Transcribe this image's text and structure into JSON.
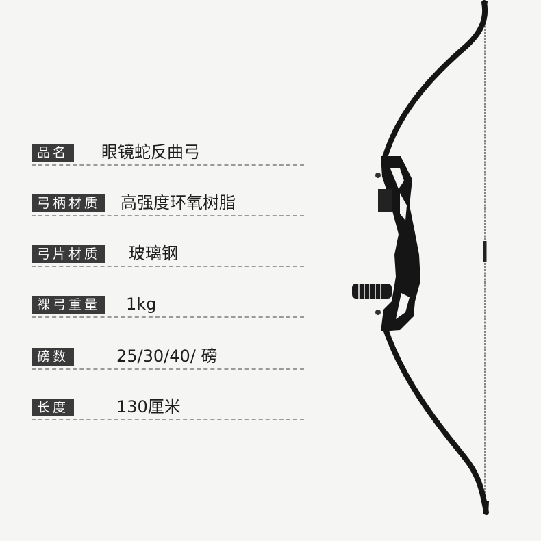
{
  "specs": [
    {
      "label": "品名",
      "value": "眼镜蛇反曲弓"
    },
    {
      "label": "弓柄材质",
      "value": "高强度环氧树脂"
    },
    {
      "label": "弓片材质",
      "value": "玻璃钢"
    },
    {
      "label": "裸弓重量",
      "value": "1kg"
    },
    {
      "label": "磅数",
      "value": "25/30/40/ 磅"
    },
    {
      "label": "长度",
      "value": "130厘米"
    }
  ],
  "product_image": {
    "subject": "recurve-bow",
    "colors": {
      "limb": "#151515",
      "string": "#555555",
      "background": "#f5f5f4"
    }
  }
}
